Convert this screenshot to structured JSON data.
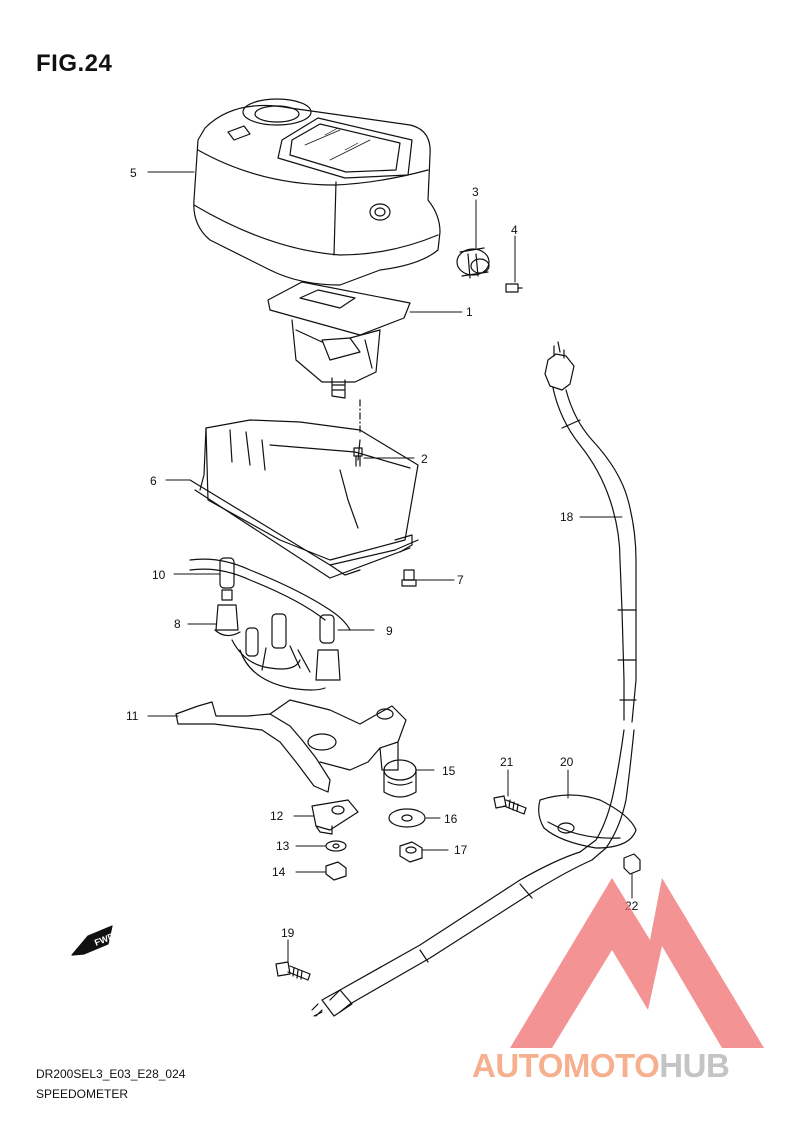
{
  "figure": {
    "title": "FIG.24"
  },
  "footer": {
    "code": "DR200SEL3_E03_E28_024",
    "title": "SPEEDOMETER"
  },
  "callouts": [
    "1",
    "2",
    "3",
    "4",
    "5",
    "6",
    "7",
    "8",
    "9",
    "10",
    "11",
    "12",
    "13",
    "14",
    "15",
    "16",
    "17",
    "18",
    "19",
    "20",
    "21",
    "22"
  ],
  "direction_tag": "FWD",
  "watermark": {
    "part1": "AUTOMOTO",
    "part2": "HUB",
    "color1": "#f6b08f",
    "color2": "#c4c4c4",
    "logo_color": "#ef6f6f"
  }
}
